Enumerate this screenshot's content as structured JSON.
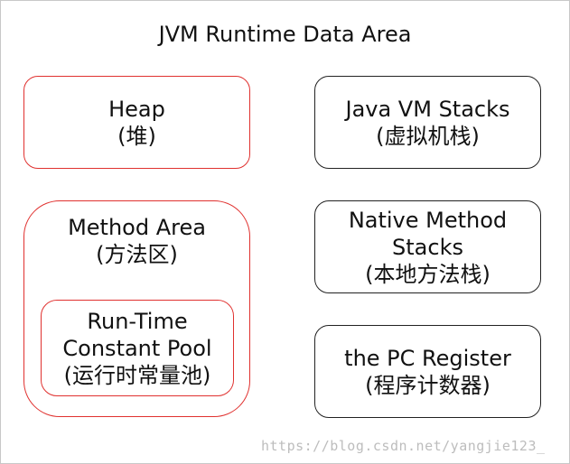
{
  "title": "JVM Runtime Data Area",
  "boxes": {
    "heap": {
      "name": "Heap",
      "subtitle": "(堆)"
    },
    "method_area": {
      "name": "Method Area",
      "subtitle": "(方法区)"
    },
    "runtime_constant_pool": {
      "name_line1": "Run-Time",
      "name_line2": "Constant Pool",
      "subtitle": "(运行时常量池)"
    },
    "java_vm_stacks": {
      "name": "Java VM Stacks",
      "subtitle": "(虚拟机栈)"
    },
    "native_method_stacks": {
      "name_line1": "Native Method",
      "name_line2": "Stacks",
      "subtitle": "(本地方法栈)"
    },
    "pc_register": {
      "name": "the PC Register",
      "subtitle": "(程序计数器)"
    }
  },
  "watermark": "https://blog.csdn.net/yangjie123_",
  "colors": {
    "heap_area_border": "#e0312f",
    "stack_area_border": "#222222",
    "watermark": "#bdbdbd"
  }
}
